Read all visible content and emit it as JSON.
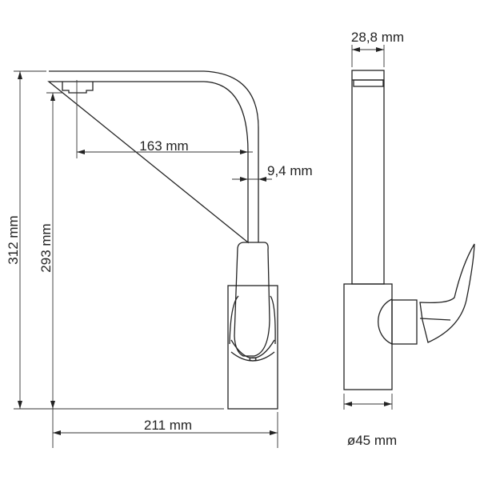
{
  "dimensions": {
    "total_height": "312 mm",
    "spout_height": "293 mm",
    "spout_reach": "163 mm",
    "pipe_diameter": "9,4 mm",
    "total_length": "211 mm",
    "spout_width": "28,8 mm",
    "base_diameter": "ø45 mm"
  }
}
